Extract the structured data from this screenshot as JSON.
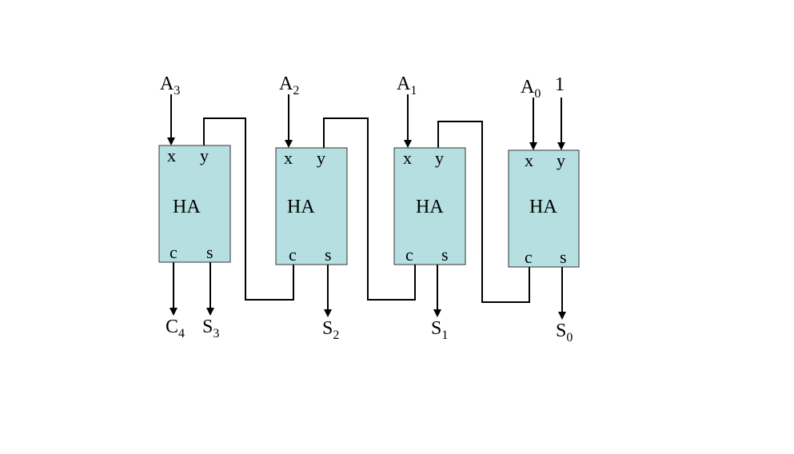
{
  "colors": {
    "box_fill": "#b5dfe1",
    "box_stroke": "#333333",
    "wire": "#000000"
  },
  "blocks": [
    {
      "label": "HA",
      "ports": {
        "x": "x",
        "y": "y",
        "c": "c",
        "s": "s"
      }
    },
    {
      "label": "HA",
      "ports": {
        "x": "x",
        "y": "y",
        "c": "c",
        "s": "s"
      }
    },
    {
      "label": "HA",
      "ports": {
        "x": "x",
        "y": "y",
        "c": "c",
        "s": "s"
      }
    },
    {
      "label": "HA",
      "ports": {
        "x": "x",
        "y": "y",
        "c": "c",
        "s": "s"
      }
    }
  ],
  "inputs": [
    {
      "base": "A",
      "sub": "3"
    },
    {
      "base": "A",
      "sub": "2"
    },
    {
      "base": "A",
      "sub": "1"
    },
    {
      "base": "A",
      "sub": "0"
    },
    {
      "base": "1",
      "sub": ""
    }
  ],
  "outputs": [
    {
      "base": "C",
      "sub": "4"
    },
    {
      "base": "S",
      "sub": "3"
    },
    {
      "base": "S",
      "sub": "2"
    },
    {
      "base": "S",
      "sub": "1"
    },
    {
      "base": "S",
      "sub": "0"
    }
  ]
}
